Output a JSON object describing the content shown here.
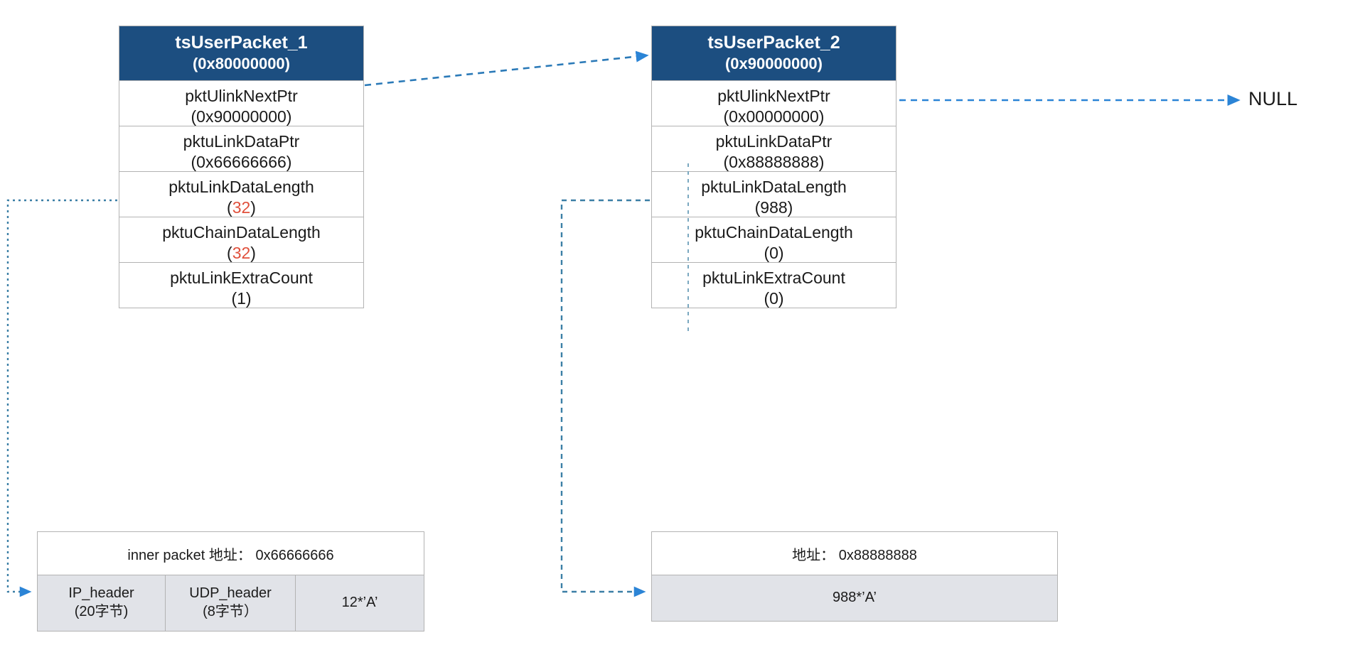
{
  "diagram": {
    "title": "tsUserPacket chain diagram",
    "accent_header_color": "#1c4e80",
    "accent_arrow_color": "#2b84d6",
    "highlight_value_color": "#e0503c",
    "cell_fill_color": "#e1e3e8"
  },
  "packets": [
    {
      "id": "tsUserPacket_1",
      "header_name": "tsUserPacket_1",
      "header_addr": "(0x80000000)",
      "fields": [
        {
          "name": "pktUlinkNextPtr",
          "value": "(0x90000000)",
          "highlight": false
        },
        {
          "name": "pktuLinkDataPtr",
          "value": "(0x66666666)",
          "highlight": false
        },
        {
          "name": "pktuLinkDataLength",
          "value": "32",
          "highlight": true
        },
        {
          "name": "pktuChainDataLength",
          "value": "32",
          "highlight": true
        },
        {
          "name": "pktuLinkExtraCount",
          "value": "(1)",
          "highlight": false
        }
      ]
    },
    {
      "id": "tsUserPacket_2",
      "header_name": "tsUserPacket_2",
      "header_addr": "(0x90000000)",
      "fields": [
        {
          "name": "pktUlinkNextPtr",
          "value": "(0x00000000)",
          "highlight": false
        },
        {
          "name": "pktuLinkDataPtr",
          "value": "(0x88888888)",
          "highlight": false
        },
        {
          "name": "pktuLinkDataLength",
          "value": "(988)",
          "highlight": false
        },
        {
          "name": "pktuChainDataLength",
          "value": "(0)",
          "highlight": false
        },
        {
          "name": "pktuLinkExtraCount",
          "value": "(0)",
          "highlight": false
        }
      ]
    }
  ],
  "buffers": [
    {
      "id": "inner-packet-buffer",
      "addr_label": "inner packet 地址： 0x66666666",
      "cells": [
        {
          "line1": "IP_header",
          "line2": "(20字节)"
        },
        {
          "line1": "UDP_header",
          "line2": "(8字节）"
        },
        {
          "line1": "12*’A’",
          "line2": ""
        }
      ]
    },
    {
      "id": "data-buffer",
      "addr_label": "地址： 0x88888888",
      "cells": [
        {
          "line1": "988*’A’",
          "line2": ""
        }
      ]
    }
  ],
  "labels": {
    "null_terminator": "NULL"
  }
}
